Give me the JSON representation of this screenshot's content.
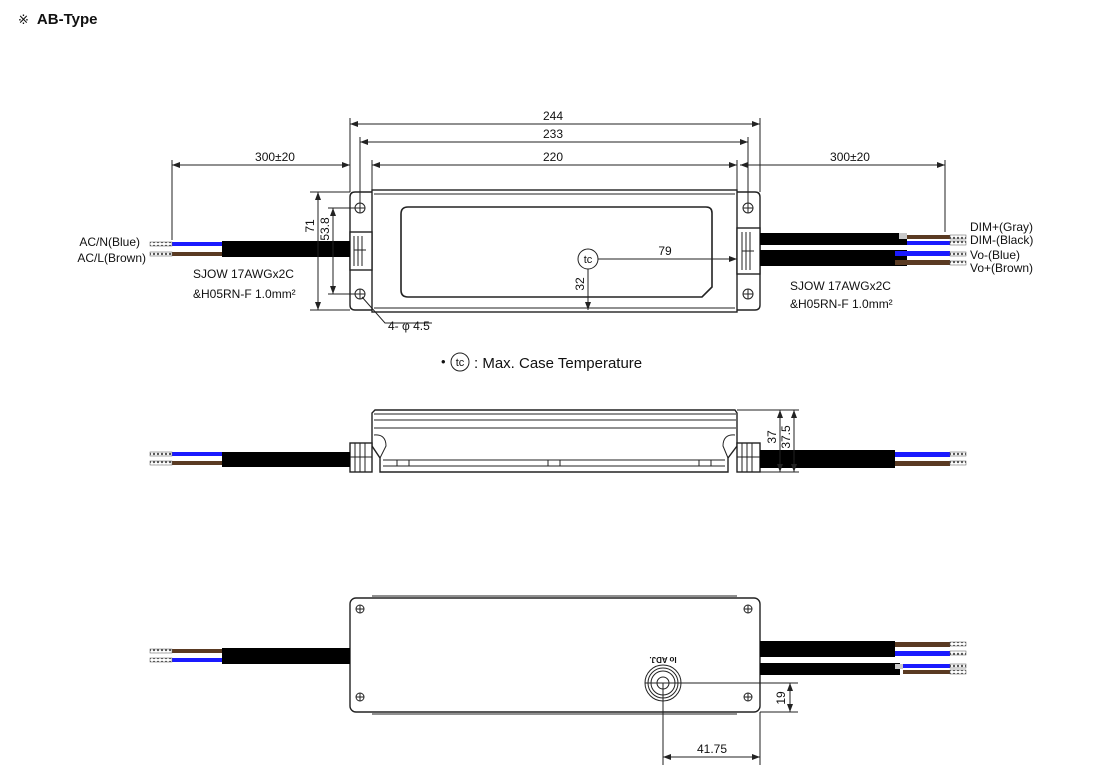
{
  "title": {
    "symbol": "※",
    "text": "AB-Type"
  },
  "colors": {
    "blue": "#1a1aff",
    "brown": "#5a3a22",
    "gray": "#c8c8c8",
    "cable": "#000000"
  },
  "top_view": {
    "dims": {
      "overall": "244",
      "mount": "233",
      "body": "220",
      "cable_left": "300±20",
      "cable_right": "300±20",
      "height": "71",
      "hole_pitch": "53.8",
      "tc_x": "79",
      "tc_y": "32",
      "holes": "4- φ 4.5"
    },
    "input_wires": [
      "AC/N(Blue)",
      "AC/L(Brown)"
    ],
    "output_wires": [
      "DIM+(Gray)",
      "DIM-(Black)",
      "Vo-(Blue)",
      "Vo+(Brown)"
    ],
    "cable_spec_left": [
      "SJOW 17AWGx2C",
      "&H05RN-F 1.0mm²"
    ],
    "cable_spec_right": [
      "SJOW 17AWGx2C",
      "&H05RN-F 1.0mm²"
    ],
    "tc_symbol": "tc"
  },
  "note": {
    "bullet": "•",
    "symbol": "tc",
    "text": ": Max. Case Temperature"
  },
  "side_view": {
    "dims": {
      "h1": "37",
      "h2": "37.5"
    }
  },
  "bottom_view": {
    "adj_label": "Io ADJ.",
    "dims": {
      "v": "19",
      "h": "41.75"
    }
  }
}
